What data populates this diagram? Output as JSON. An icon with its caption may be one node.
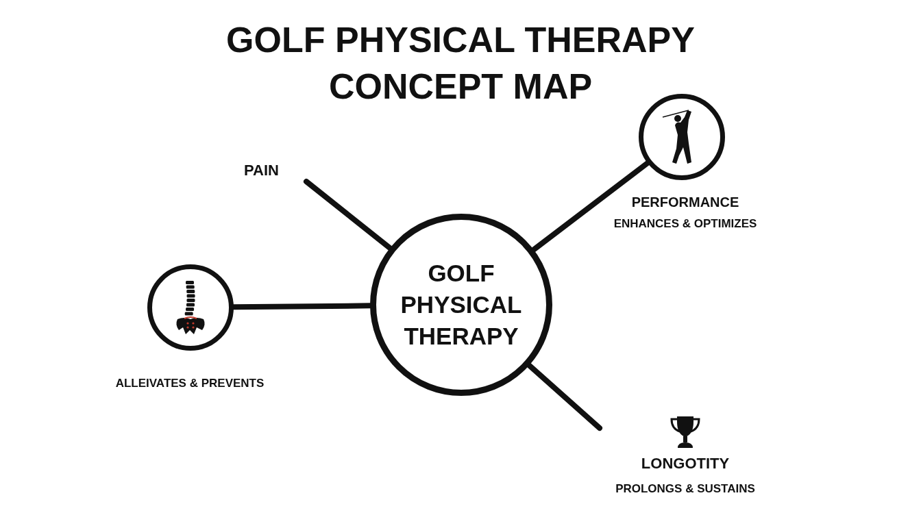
{
  "diagram": {
    "title": "GOLF PHYSICAL THERAPY CONCEPT MAP",
    "nodes": [
      {
        "text": [
          "GOLF PHYSICAL THERAPY"
        ]
      },
      {
        "text": [
          "PAIN"
        ]
      },
      {
        "text": [],
        "shape": "circle",
        "beside": [
          "ALLEIVATES & PREVENTS"
        ]
      },
      {
        "text": [],
        "shape": "circle",
        "beside": [
          "PERFORMANCE",
          "ENHANCES & OPTIMIZES"
        ]
      },
      {
        "text": [
          "LONGOTITY",
          "PROLONGS & SUSTAINS"
        ]
      }
    ],
    "edges": [
      {
        "from": 0,
        "to": 1,
        "arrow": "none"
      },
      {
        "from": 0,
        "to": 2,
        "arrow": "none"
      },
      {
        "from": 0,
        "to": 3,
        "arrow": "none"
      },
      {
        "from": 0,
        "to": 4,
        "arrow": "none"
      }
    ]
  }
}
